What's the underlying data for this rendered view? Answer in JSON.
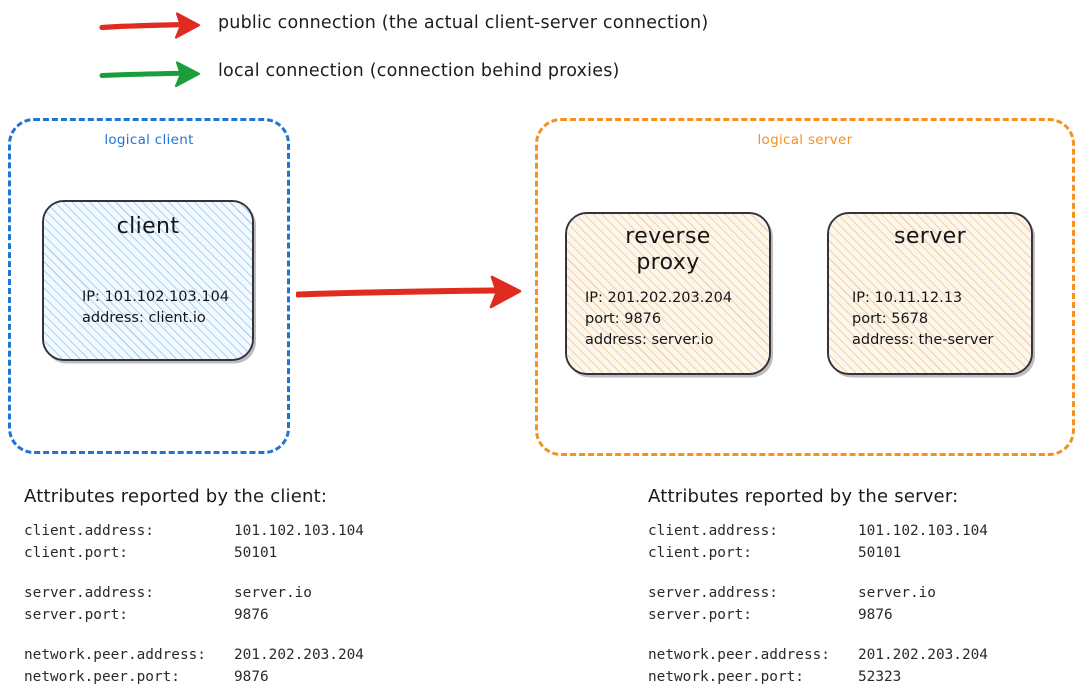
{
  "legend": {
    "items": [
      {
        "arrow_icon": "red-right-arrow-icon",
        "color": "#e02b20",
        "label": "public connection (the actual client-server connection)"
      },
      {
        "arrow_icon": "green-right-arrow-icon",
        "color": "#1a9e3c",
        "label": "local connection (connection behind proxies)"
      }
    ]
  },
  "groups": {
    "client": {
      "title": "logical client",
      "color": "#1f76d2"
    },
    "server": {
      "title": "logical server",
      "color": "#f5911e"
    }
  },
  "nodes": {
    "client": {
      "title": "client",
      "details": "IP: 101.102.103.104\naddress: client.io",
      "fill": "#f2f9ff",
      "hatch_color": "#78b4e1"
    },
    "reverse_proxy": {
      "title": "reverse\nproxy",
      "details": "IP: 201.202.203.204\nport: 9876\naddress: server.io",
      "fill": "#fdf6ec",
      "hatch_color": "#e6b268"
    },
    "server": {
      "title": "server",
      "details": "IP: 10.11.12.13\nport: 5678\naddress: the-server",
      "fill": "#fdf6ec",
      "hatch_color": "#e6b268"
    }
  },
  "connections": {
    "public": {
      "icon": "red-right-arrow-icon",
      "color": "#e02b20",
      "from": "client",
      "to": "reverse proxy"
    }
  },
  "attributes_client": {
    "heading": "Attributes reported by the client:",
    "groups": [
      [
        {
          "key": "client.address:",
          "value": "101.102.103.104"
        },
        {
          "key": "client.port:",
          "value": "50101"
        }
      ],
      [
        {
          "key": "server.address:",
          "value": "server.io"
        },
        {
          "key": "server.port:",
          "value": "9876"
        }
      ],
      [
        {
          "key": "network.peer.address:",
          "value": "201.202.203.204"
        },
        {
          "key": "network.peer.port:",
          "value": "9876"
        }
      ]
    ]
  },
  "attributes_server": {
    "heading": "Attributes reported by the server:",
    "groups": [
      [
        {
          "key": "client.address:",
          "value": "101.102.103.104"
        },
        {
          "key": "client.port:",
          "value": "50101"
        }
      ],
      [
        {
          "key": "server.address:",
          "value": "server.io"
        },
        {
          "key": "server.port:",
          "value": "9876"
        }
      ],
      [
        {
          "key": "network.peer.address:",
          "value": "201.202.203.204"
        },
        {
          "key": "network.peer.port:",
          "value": "52323"
        }
      ]
    ]
  }
}
